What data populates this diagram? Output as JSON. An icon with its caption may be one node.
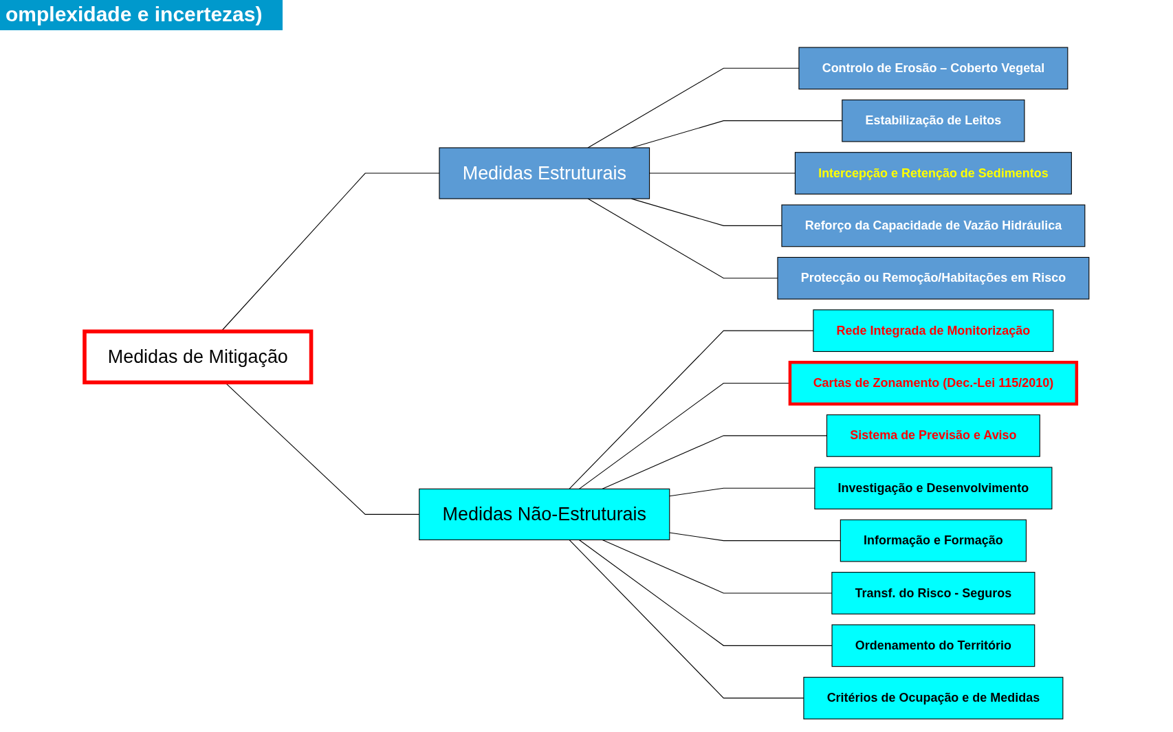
{
  "diagram": {
    "title": "omplexidade e incertezas)",
    "nodes": [
      {
        "text": [
          "Medidas de Mitigação"
        ]
      },
      {
        "text": [
          "Medidas Estruturais"
        ]
      },
      {
        "text": [
          "Controlo de Erosão – Coberto Vegetal"
        ]
      },
      {
        "text": [
          "Estabilização de Leitos"
        ]
      },
      {
        "text": [
          "Intercepção e Retenção de Sedimentos"
        ]
      },
      {
        "text": [
          "Reforço da Capacidade de Vazão Hidráulica"
        ]
      },
      {
        "text": [
          "Protecção ou Remoção/Habitações em Risco"
        ]
      },
      {
        "text": [
          "Medidas Não-Estruturais"
        ]
      },
      {
        "text": [
          "Rede Integrada de Monitorização"
        ]
      },
      {
        "text": [
          "Cartas de Zonamento (Dec.-Lei 115/2010)"
        ]
      },
      {
        "text": [
          "Sistema de Previsão e Aviso"
        ]
      },
      {
        "text": [
          "Investigação e Desenvolvimento"
        ]
      },
      {
        "text": [
          "Informação e Formação"
        ]
      },
      {
        "text": [
          "Transf. do Risco - Seguros"
        ]
      },
      {
        "text": [
          "Ordenamento do Território"
        ]
      },
      {
        "text": [
          "Critérios de Ocupação e de Medidas"
        ]
      }
    ],
    "edges": [
      {
        "from": 0,
        "to": 1,
        "arrow": "none"
      },
      {
        "from": 0,
        "to": 7,
        "arrow": "none"
      },
      {
        "from": 1,
        "to": 2,
        "arrow": "none"
      },
      {
        "from": 1,
        "to": 3,
        "arrow": "none"
      },
      {
        "from": 1,
        "to": 4,
        "arrow": "none"
      },
      {
        "from": 1,
        "to": 5,
        "arrow": "none"
      },
      {
        "from": 1,
        "to": 6,
        "arrow": "none"
      },
      {
        "from": 7,
        "to": 8,
        "arrow": "none"
      },
      {
        "from": 7,
        "to": 9,
        "arrow": "none"
      },
      {
        "from": 7,
        "to": 10,
        "arrow": "none"
      },
      {
        "from": 7,
        "to": 11,
        "arrow": "none"
      },
      {
        "from": 7,
        "to": 12,
        "arrow": "none"
      },
      {
        "from": 7,
        "to": 13,
        "arrow": "none"
      },
      {
        "from": 7,
        "to": 14,
        "arrow": "none"
      },
      {
        "from": 7,
        "to": 15,
        "arrow": "none"
      }
    ]
  }
}
